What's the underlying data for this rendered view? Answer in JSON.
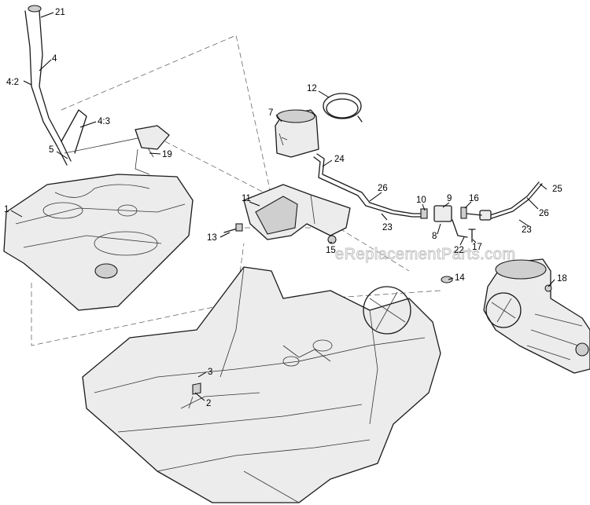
{
  "watermark": "eReplacementParts.com",
  "callouts": {
    "c1": "1",
    "c2": "2",
    "c3": "3",
    "c4": "4",
    "c4_2": "4:2",
    "c4_3": "4:3",
    "c5": "5",
    "c7": "7",
    "c8": "8",
    "c9": "9",
    "c10": "10",
    "c11": "11",
    "c12": "12",
    "c13": "13",
    "c14": "14",
    "c15": "15",
    "c16": "16",
    "c17": "17",
    "c18": "18",
    "c19": "19",
    "c21": "21",
    "c22": "22",
    "c23a": "23",
    "c23b": "23",
    "c24": "24",
    "c25": "25",
    "c26a": "26",
    "c26b": "26"
  }
}
